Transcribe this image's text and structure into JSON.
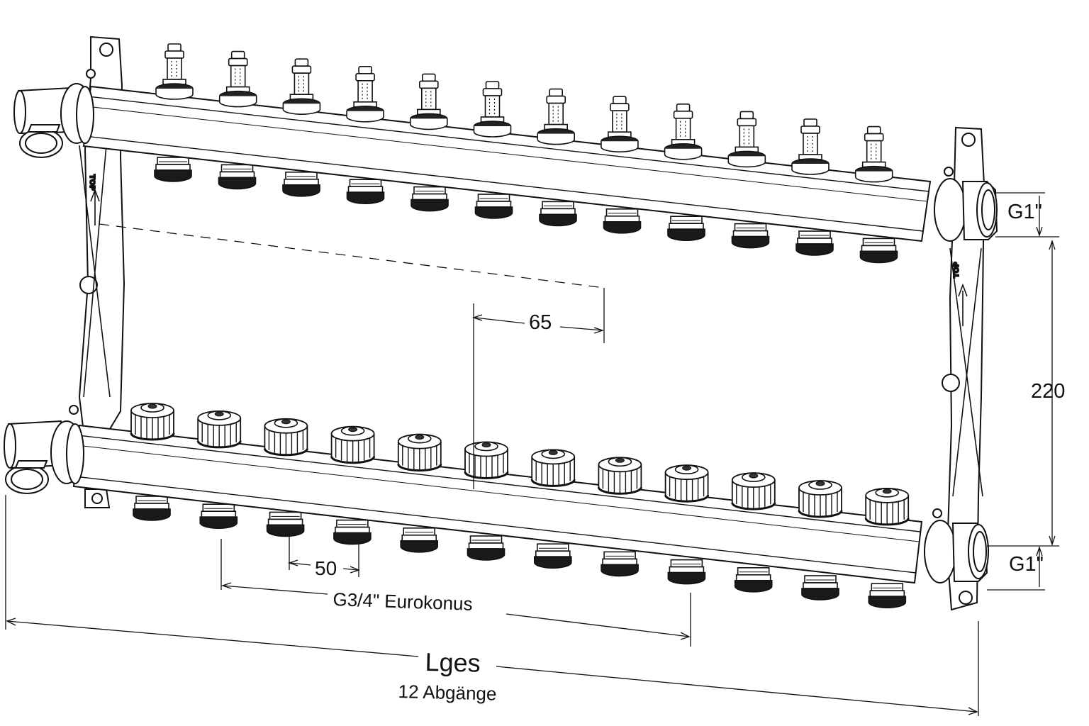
{
  "diagram": {
    "labels": {
      "thread_supply": "G1\"",
      "thread_return": "G1\"",
      "height": "220",
      "offset": "65",
      "outlet_spacing": "50",
      "outlet_thread": "G3/4\" Eurokonus",
      "total_length": "Lges",
      "outlet_count": "12 Abgänge"
    },
    "bracket_tag": "TOP",
    "outlets_per_bar": 12,
    "colors": {
      "line": "#111111",
      "background": "#ffffff",
      "cap": "#1a1a1a"
    },
    "icons": [
      "flowmeter-icon",
      "valve-cap-icon",
      "eurocone-connector-icon",
      "ball-valve-icon",
      "union-nut-icon"
    ]
  }
}
